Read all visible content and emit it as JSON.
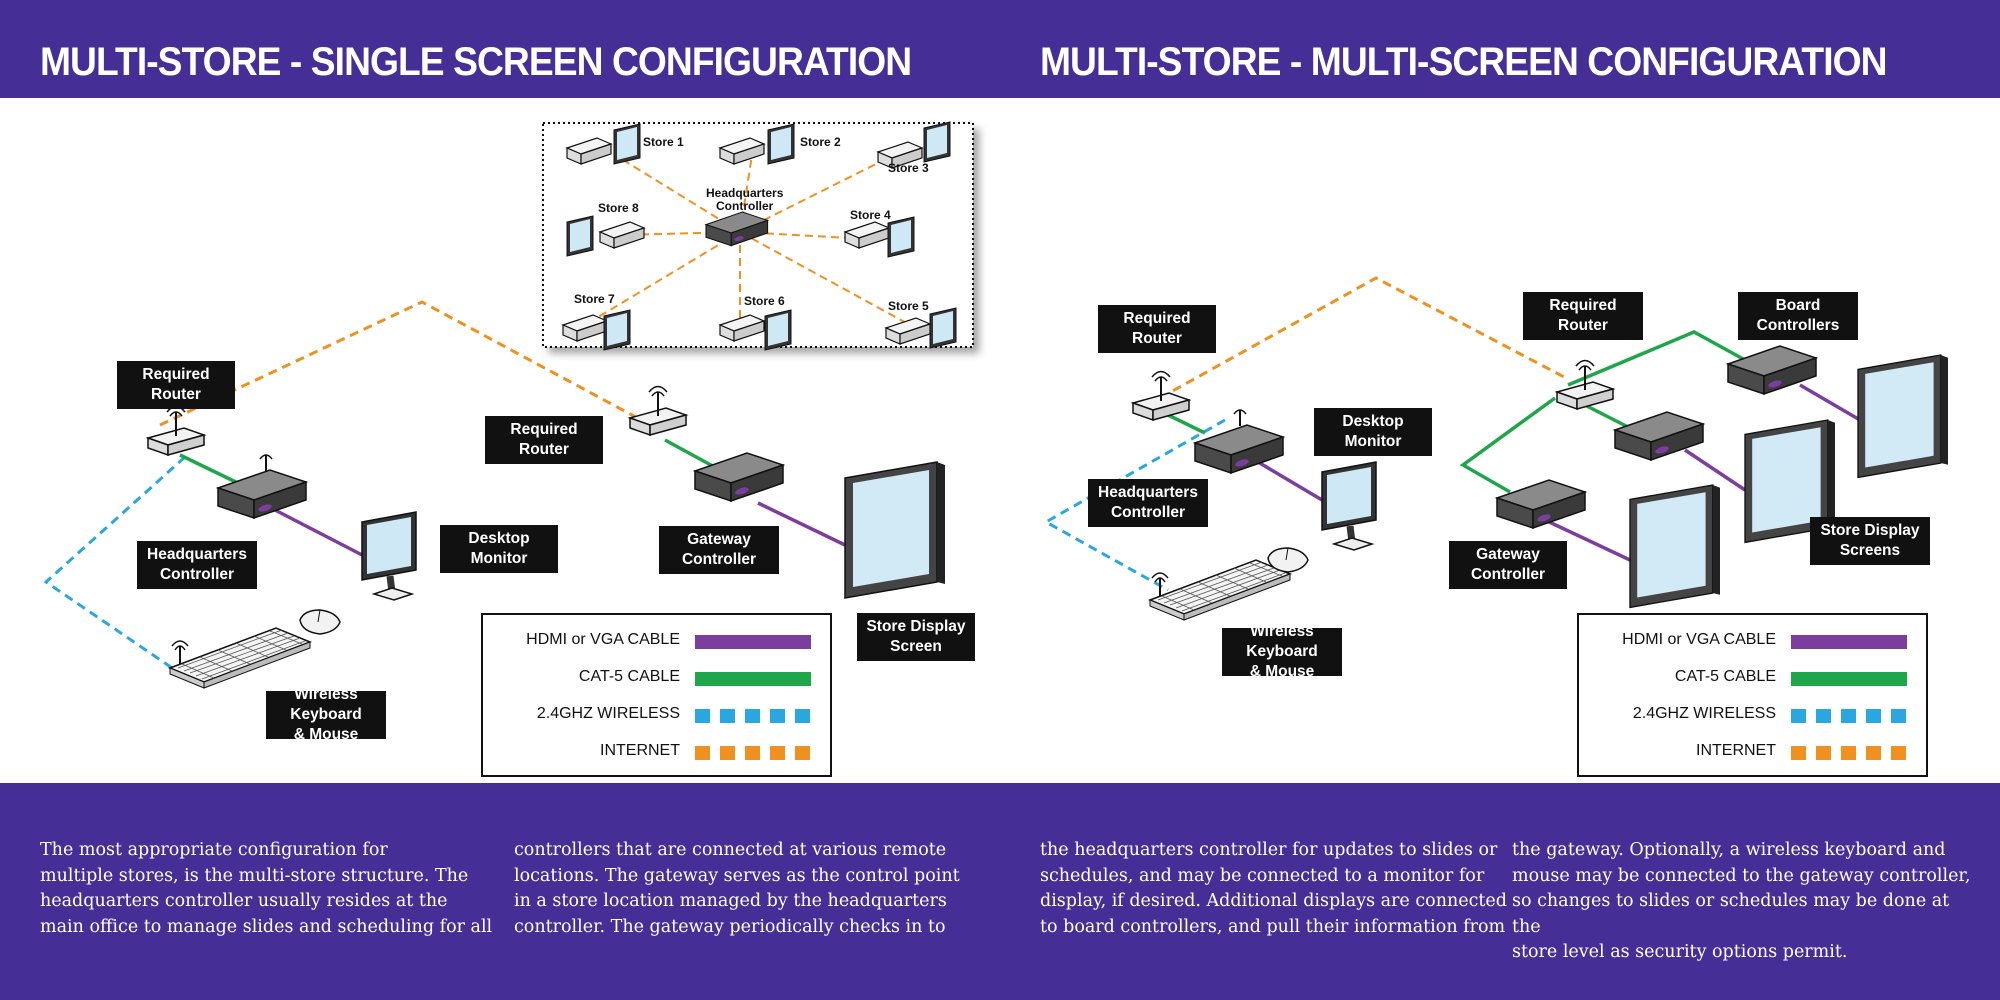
{
  "colors": {
    "band": "#452f96",
    "hdmi_vga": "#7b3e9e",
    "cat5": "#1fa64a",
    "wireless": "#2aa7e0",
    "internet": "#f0901e"
  },
  "left_panel": {
    "title": "MULTI-STORE - SINGLE SCREEN CONFIGURATION",
    "labels": {
      "router_left": "Required\nRouter",
      "hq_controller": "Headquarters\nController",
      "desktop_monitor": "Desktop\nMonitor",
      "keyboard_mouse": "Wireless Keyboard\n& Mouse",
      "router_right": "Required\nRouter",
      "gateway_controller": "Gateway\nController",
      "store_display": "Store Display\nScreen"
    },
    "inset": {
      "hq_label": "Headquarters\nController",
      "stores": [
        "Store 1",
        "Store 2",
        "Store 3",
        "Store 4",
        "Store 5",
        "Store 6",
        "Store 7",
        "Store 8"
      ]
    }
  },
  "right_panel": {
    "title": "MULTI-STORE - MULTI-SCREEN CONFIGURATION",
    "labels": {
      "router_hq": "Required\nRouter",
      "desktop_monitor": "Desktop\nMonitor",
      "hq_controller": "Headquarters\nController",
      "keyboard_mouse": "Wireless Keyboard\n& Mouse",
      "router_store": "Required\nRouter",
      "board_controllers": "Board\nControllers",
      "gateway_controller": "Gateway\nController",
      "store_display": "Store Display\nScreens"
    }
  },
  "legend": {
    "items": [
      {
        "label": "HDMI or VGA CABLE",
        "style": "solid",
        "color_key": "hdmi_vga"
      },
      {
        "label": "CAT-5 CABLE",
        "style": "solid",
        "color_key": "cat5"
      },
      {
        "label": "2.4GHZ WIRELESS",
        "style": "squares",
        "color_key": "wireless"
      },
      {
        "label": "INTERNET",
        "style": "squares",
        "color_key": "internet"
      }
    ]
  },
  "text": {
    "p1": "The most appropriate configuration for\nmultiple stores, is the multi-store structure. The\nheadquarters controller usually resides at the\nmain office to manage slides and scheduling for all",
    "p2": "controllers that are connected at various remote\nlocations. The gateway serves as the control point\nin a store location managed by the headquarters\ncontroller. The gateway periodically checks in to",
    "p3": "the headquarters controller for updates to slides or\nschedules, and may be connected to a monitor for\ndisplay, if desired. Additional displays are connected\nto board controllers, and pull their information from",
    "p4": "the gateway. Optionally, a wireless keyboard and\nmouse may be connected to the gateway controller,\nso changes to slides or schedules may be done at the\nstore level as security options permit."
  }
}
